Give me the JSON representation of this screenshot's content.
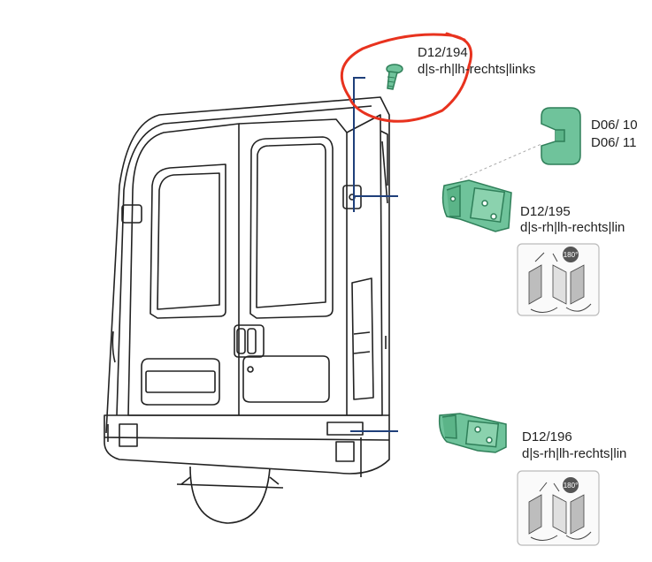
{
  "parts": [
    {
      "code": "D12/194",
      "side_text": "d|s-rh|lh-rechts|links",
      "icon": "screw-icon"
    },
    {
      "code_a": "D06/ 10",
      "code_b": "D06/ 11",
      "icon": "clip-icon"
    },
    {
      "code": "D12/195",
      "side_text": "d|s-rh|lh-rechts|lin",
      "icon": "upper-hinge-icon",
      "rotation_label": "180°"
    },
    {
      "code": "D12/196",
      "side_text": "d|s-rh|lh-rechts|lin",
      "icon": "lower-hinge-icon",
      "rotation_label": "180°"
    }
  ],
  "colors": {
    "part_fill": "#6fc39b",
    "part_stroke": "#2f7f59",
    "leader_line": "#1f3f7a",
    "highlight_circle": "#e8321e",
    "van_outline": "#222222"
  }
}
